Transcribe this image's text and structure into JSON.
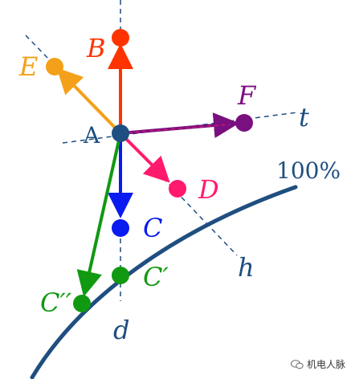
{
  "colors": {
    "axis": "#1f4e80",
    "curve": "#1f4e80",
    "B": "#ff3300",
    "E": "#f5a01a",
    "F": "#7a0f7f",
    "D": "#ff1a6e",
    "C": "#0a1bf0",
    "C_prime": "#119911",
    "C_double_prime": "#119911",
    "A": "#1f4e80"
  },
  "labels": {
    "A": "A",
    "B": "B",
    "C": "C",
    "C_prime": "C′",
    "C_double_prime": "C′′",
    "D": "D",
    "E": "E",
    "F": "F",
    "t": "t",
    "h": "h",
    "d": "d",
    "curve": "100%"
  },
  "watermark": {
    "text": "机电人脉",
    "icon": "wechat-logo-icon"
  }
}
